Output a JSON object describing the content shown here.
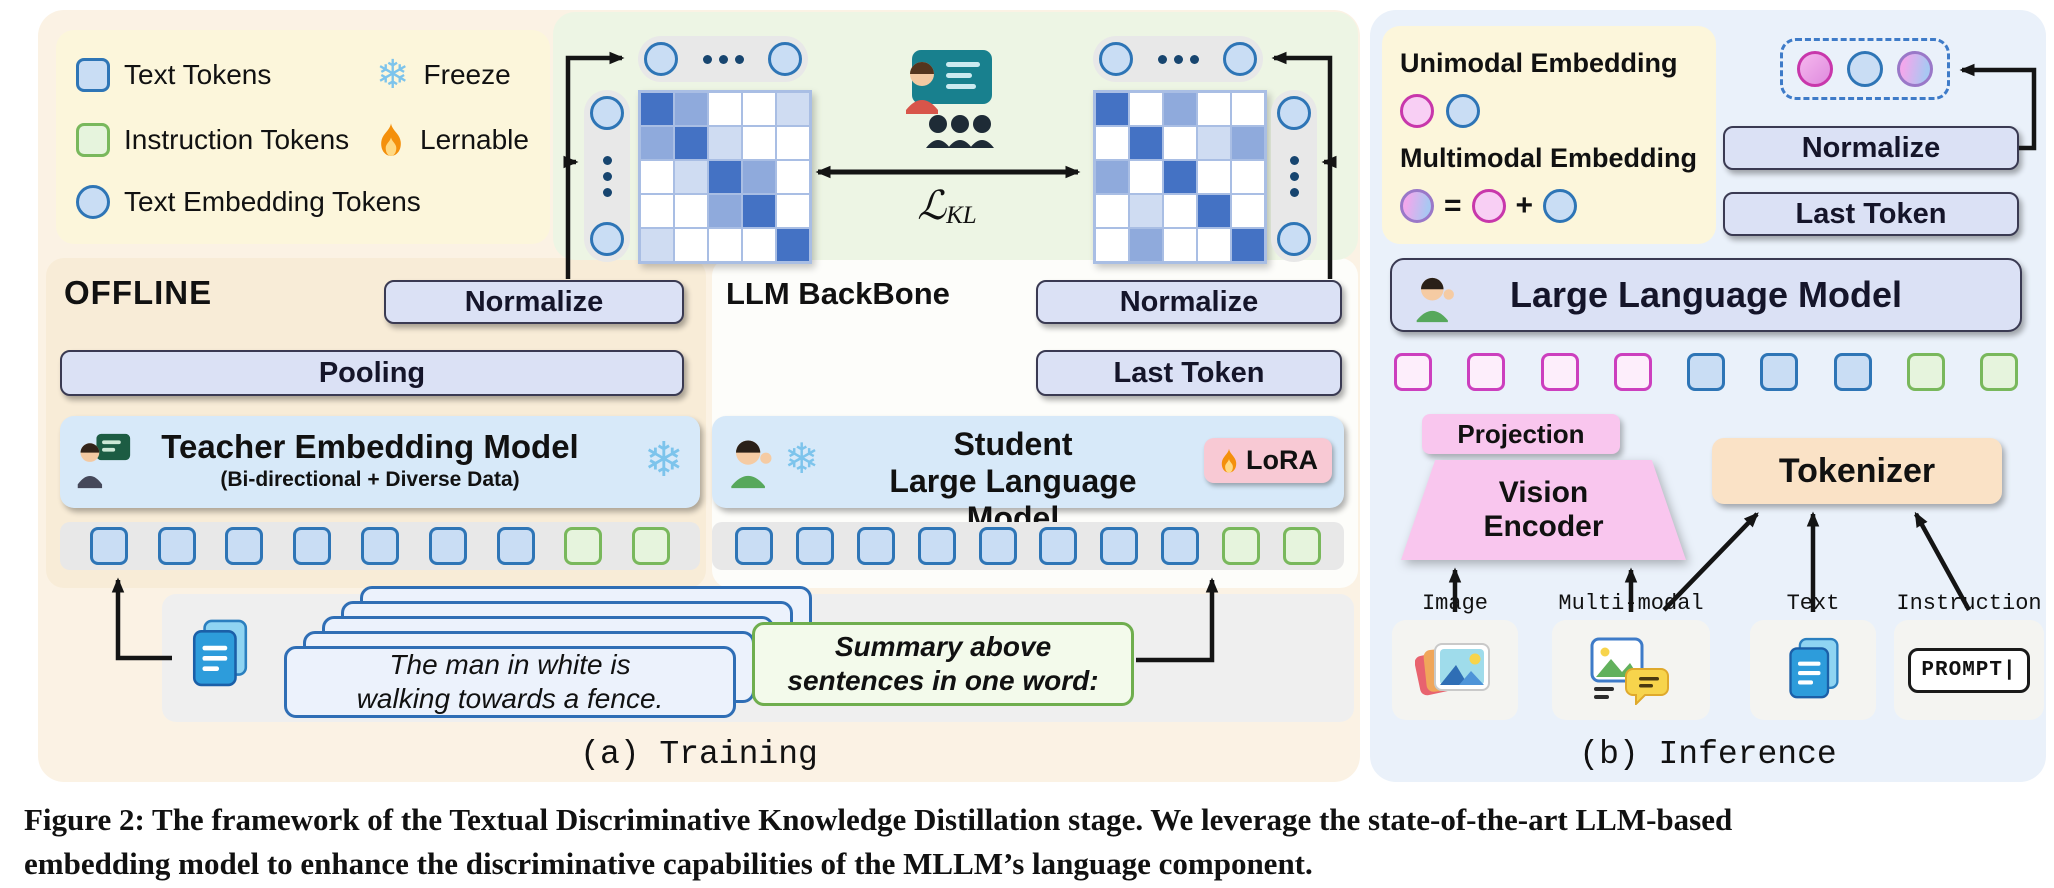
{
  "icons": {
    "freeze": "❄"
  },
  "colors": {
    "training_panel_bg": "#FBF2E4",
    "inference_panel_bg": "#EAF1FA",
    "legend_bg": "#FCF6DB",
    "green_area_bg": "#EDF5E4",
    "blue_token_border": "#2E75B6",
    "green_token_border": "#79B85C",
    "pink_token_border": "#CC3FBE",
    "matrix_dark": "#4472C4",
    "matrix_mid": "#8FAADC",
    "matrix_light": "#CFDCF2",
    "bar_fill": "#DBE1F5",
    "model_bar_fill": "#D7E9F9",
    "projection_fill": "#F9C6EE",
    "tokenizer_fill": "#FAE2C6",
    "lora_badge_fill": "#F8C9D4"
  },
  "training": {
    "caption": "(a) Training",
    "legend": {
      "text_tokens": "Text Tokens",
      "freeze": "Freeze",
      "instruction_tokens": "Instruction Tokens",
      "lernable": "Lernable",
      "text_embedding_tokens": "Text Embedding Tokens"
    },
    "offline_label": "OFFLINE",
    "llm_backbone_label": "LLM BackBone",
    "kl_symbol": "ℒ",
    "kl_sub": "KL",
    "normalize_offline": "Normalize",
    "pooling": "Pooling",
    "teacher_title": "Teacher Embedding Model",
    "teacher_subtitle": "(Bi-directional + Diverse Data)",
    "normalize_student": "Normalize",
    "last_token": "Last Token",
    "student_line1": "Student",
    "student_line2": "Large Language Model",
    "lora": "LoRA",
    "sentence_line1": "The man in white is",
    "sentence_line2": "walking towards a fence.",
    "summary_line1": "Summary above",
    "summary_line2": "sentences in one word:"
  },
  "inference": {
    "caption": "(b) Inference",
    "legend": {
      "unimodal": "Unimodal Embedding",
      "multimodal": "Multimodal Embedding",
      "equals": "=",
      "plus": "+"
    },
    "normalize": "Normalize",
    "last_token": "Last Token",
    "llm": "Large Language Model",
    "projection": "Projection",
    "vision_line1": "Vision",
    "vision_line2": "Encoder",
    "tokenizer": "Tokenizer",
    "input_image": "Image",
    "input_multimodal": "Multi-modal",
    "input_text": "Text",
    "input_instruction": "Instruction",
    "prompt_text": "PROMPT|"
  },
  "tokens": {
    "teacher_row": [
      "blue",
      "blue",
      "blue",
      "blue",
      "blue",
      "blue",
      "blue",
      "green",
      "green"
    ],
    "student_row": [
      "blue",
      "blue",
      "blue",
      "blue",
      "blue",
      "blue",
      "blue",
      "blue",
      "green",
      "green"
    ],
    "inference_row": [
      "pink",
      "pink",
      "pink",
      "pink",
      "blue",
      "blue",
      "blue",
      "green",
      "green"
    ]
  },
  "matrices": {
    "left": [
      [
        "d",
        "m",
        "w",
        "w",
        "l"
      ],
      [
        "m",
        "d",
        "l",
        "w",
        "w"
      ],
      [
        "w",
        "l",
        "d",
        "m",
        "w"
      ],
      [
        "w",
        "w",
        "m",
        "d",
        "w"
      ],
      [
        "l",
        "w",
        "w",
        "w",
        "d"
      ]
    ],
    "right": [
      [
        "d",
        "w",
        "m",
        "w",
        "w"
      ],
      [
        "w",
        "d",
        "w",
        "l",
        "m"
      ],
      [
        "m",
        "w",
        "d",
        "w",
        "w"
      ],
      [
        "w",
        "l",
        "w",
        "d",
        "w"
      ],
      [
        "w",
        "m",
        "w",
        "w",
        "d"
      ]
    ]
  },
  "figure_caption": {
    "line1": "Figure 2: The framework of the Textual Discriminative Knowledge Distillation stage. We leverage the state-of-the-art LLM-based",
    "line2": "embedding model to enhance the discriminative capabilities of the MLLM’s language component."
  }
}
